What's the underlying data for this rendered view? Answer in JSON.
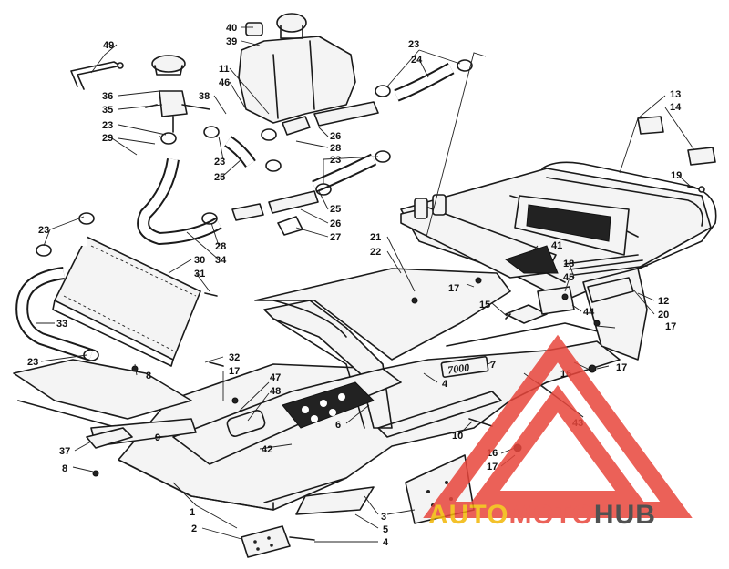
{
  "callouts": [
    {
      "id": "c1",
      "text": "1"
    },
    {
      "id": "c2",
      "text": "2"
    },
    {
      "id": "c3",
      "text": "3"
    },
    {
      "id": "c4a",
      "text": "4"
    },
    {
      "id": "c4b",
      "text": "4"
    },
    {
      "id": "c5",
      "text": "5"
    },
    {
      "id": "c6",
      "text": "6"
    },
    {
      "id": "c7",
      "text": "7"
    },
    {
      "id": "c8a",
      "text": "8"
    },
    {
      "id": "c8b",
      "text": "8"
    },
    {
      "id": "c9",
      "text": "9"
    },
    {
      "id": "c10",
      "text": "10"
    },
    {
      "id": "c11",
      "text": "11"
    },
    {
      "id": "c12",
      "text": "12"
    },
    {
      "id": "c13",
      "text": "13"
    },
    {
      "id": "c14",
      "text": "14"
    },
    {
      "id": "c15",
      "text": "15"
    },
    {
      "id": "c16a",
      "text": "16"
    },
    {
      "id": "c16b",
      "text": "16"
    },
    {
      "id": "c17a",
      "text": "17"
    },
    {
      "id": "c17b",
      "text": "17"
    },
    {
      "id": "c17c",
      "text": "17"
    },
    {
      "id": "c17d",
      "text": "17"
    },
    {
      "id": "c17e",
      "text": "17"
    },
    {
      "id": "c18",
      "text": "18"
    },
    {
      "id": "c19",
      "text": "19"
    },
    {
      "id": "c20",
      "text": "20"
    },
    {
      "id": "c21",
      "text": "21"
    },
    {
      "id": "c22",
      "text": "22"
    },
    {
      "id": "c23a",
      "text": "23"
    },
    {
      "id": "c23b",
      "text": "23"
    },
    {
      "id": "c23c",
      "text": "23"
    },
    {
      "id": "c23d",
      "text": "23"
    },
    {
      "id": "c23e",
      "text": "23"
    },
    {
      "id": "c23f",
      "text": "23"
    },
    {
      "id": "c24",
      "text": "24"
    },
    {
      "id": "c25a",
      "text": "25"
    },
    {
      "id": "c25b",
      "text": "25"
    },
    {
      "id": "c26a",
      "text": "26"
    },
    {
      "id": "c26b",
      "text": "26"
    },
    {
      "id": "c27",
      "text": "27"
    },
    {
      "id": "c28a",
      "text": "28"
    },
    {
      "id": "c28b",
      "text": "28"
    },
    {
      "id": "c29",
      "text": "29"
    },
    {
      "id": "c30",
      "text": "30"
    },
    {
      "id": "c31",
      "text": "31"
    },
    {
      "id": "c32",
      "text": "32"
    },
    {
      "id": "c33",
      "text": "33"
    },
    {
      "id": "c34",
      "text": "34"
    },
    {
      "id": "c35",
      "text": "35"
    },
    {
      "id": "c36",
      "text": "36"
    },
    {
      "id": "c37",
      "text": "37"
    },
    {
      "id": "c38",
      "text": "38"
    },
    {
      "id": "c39",
      "text": "39"
    },
    {
      "id": "c40",
      "text": "40"
    },
    {
      "id": "c41",
      "text": "41"
    },
    {
      "id": "c42",
      "text": "42"
    },
    {
      "id": "c43",
      "text": "43"
    },
    {
      "id": "c44",
      "text": "44"
    },
    {
      "id": "c45",
      "text": "45"
    },
    {
      "id": "c46",
      "text": "46"
    },
    {
      "id": "c47",
      "text": "47"
    },
    {
      "id": "c48",
      "text": "48"
    },
    {
      "id": "c49",
      "text": "49"
    }
  ],
  "decal_text": "7000",
  "watermark": {
    "part1": "AUTO",
    "part2": "MOTO",
    "part3": "HUB",
    "color_triangle": "#e8463c",
    "color_auto": "#f2b705",
    "color_moto": "#e8463c",
    "color_hub": "#333333"
  }
}
